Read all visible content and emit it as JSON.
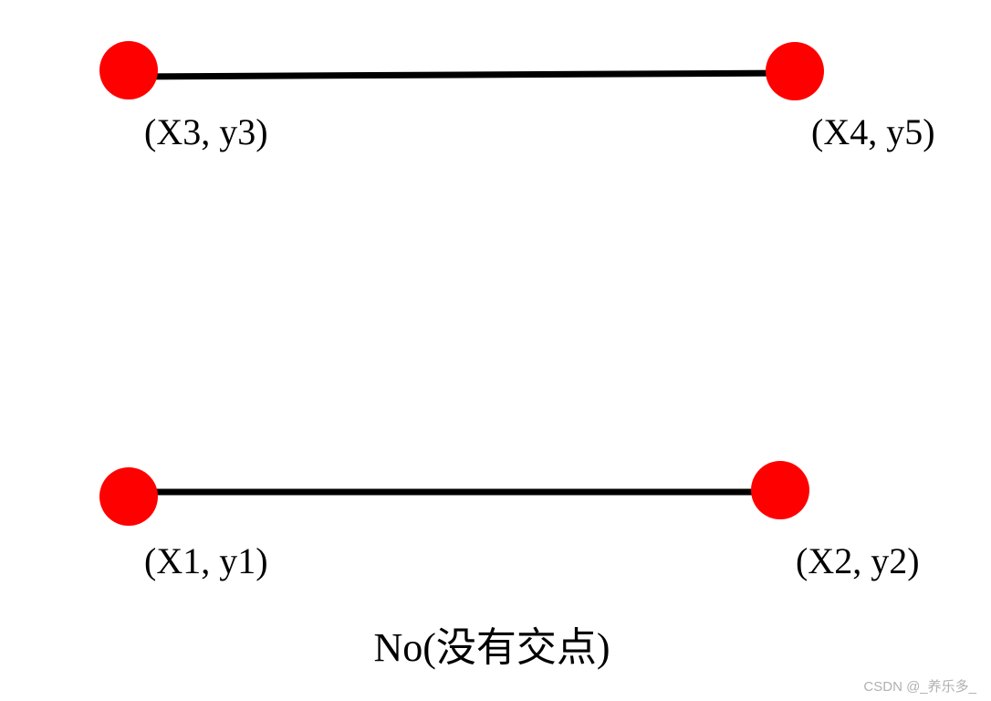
{
  "diagram": {
    "segments": [
      {
        "name": "segment-upper",
        "start_label": "(X3, y3)",
        "end_label": "(X4, y5)"
      },
      {
        "name": "segment-lower",
        "start_label": "(X1, y1)",
        "end_label": "(X2, y2)"
      }
    ],
    "caption": "No(没有交点)",
    "colors": {
      "line": "#000000",
      "endpoint": "#ff0000",
      "text": "#000000"
    }
  },
  "watermark": "CSDN @_养乐多_"
}
